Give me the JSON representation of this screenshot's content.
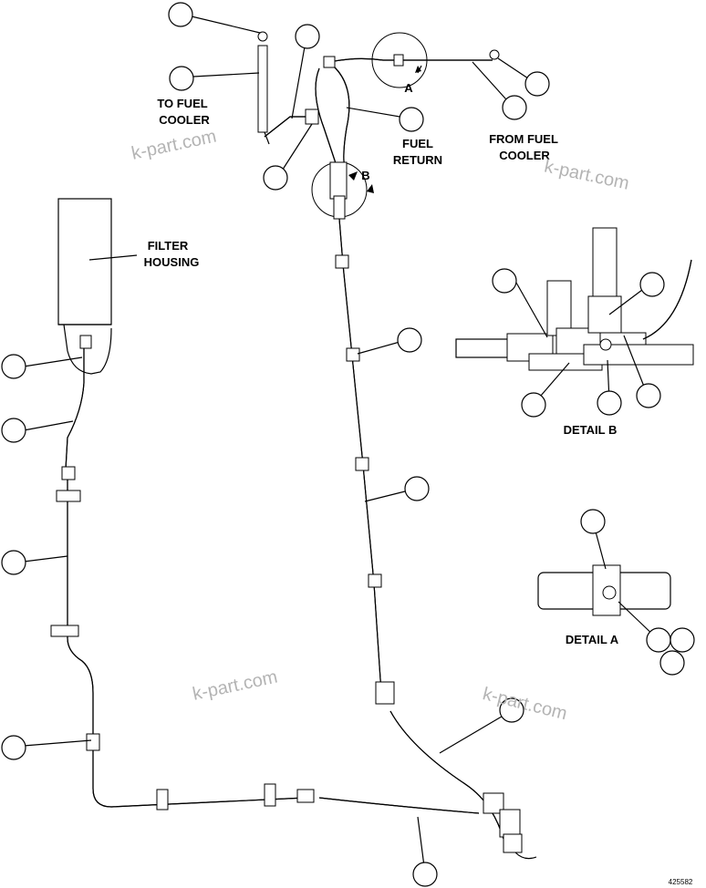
{
  "labels": {
    "to_fuel_cooler_1": "TO FUEL",
    "to_fuel_cooler_2": "COOLER",
    "fuel_return_1": "FUEL",
    "fuel_return_2": "RETURN",
    "from_fuel_cooler_1": "FROM FUEL",
    "from_fuel_cooler_2": "COOLER",
    "filter_housing_1": "FILTER",
    "filter_housing_2": "HOUSING",
    "detail_b": "DETAIL B",
    "detail_a": "DETAIL A",
    "view_a": "A",
    "view_b": "B",
    "figure_code": "425582"
  },
  "watermark": "k-part.com"
}
